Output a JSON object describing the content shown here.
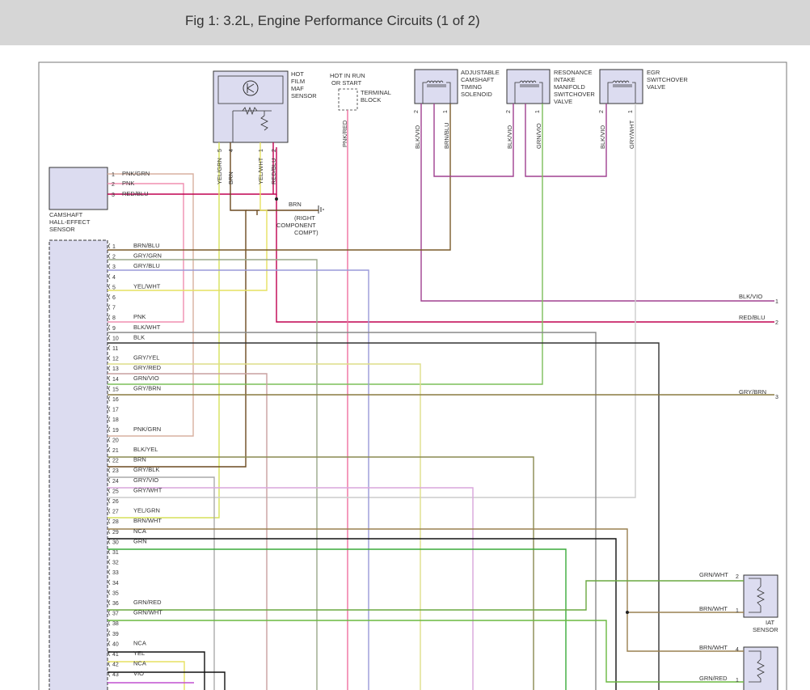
{
  "title": "Fig 1: 3.2L, Engine Performance Circuits (1 of 2)",
  "components": {
    "maf": [
      "HOT",
      "FILM",
      "MAF",
      "SENSOR"
    ],
    "hot_in_run": [
      "HOT IN RUN",
      "OR START"
    ],
    "terminal_block": [
      "TERMINAL",
      "BLOCK"
    ],
    "camshaft_timing": [
      "ADJUSTABLE",
      "CAMSHAFT",
      "TIMING",
      "SOLENOID"
    ],
    "resonance": [
      "RESONANCE",
      "INTAKE",
      "MANIFOLD",
      "SWITCHOVER",
      "VALVE"
    ],
    "egr": [
      "EGR",
      "SWITCHOVER",
      "VALVE"
    ],
    "cam_hall": [
      "CAMSHAFT",
      "HALL-EFFECT",
      "SENSOR"
    ],
    "ground": [
      "BRN",
      "(RIGHT",
      "COMPONENT",
      "COMPT)"
    ],
    "iat": [
      "IAT",
      "SENSOR"
    ]
  },
  "maf_pins": [
    {
      "num": "5",
      "wire": "YEL/GRN"
    },
    {
      "num": "4",
      "wire": "BRN"
    },
    {
      "num": "1",
      "wire": "YEL/WHT"
    },
    {
      "num": "2",
      "wire": "RED/BLU"
    }
  ],
  "pnk_red": "PNK/RED",
  "top_pins": [
    {
      "num": "2",
      "wire": "BLK/VIO"
    },
    {
      "num": "1",
      "wire": "BRN/BLU"
    },
    {
      "num": "2",
      "wire": "BLK/VIO"
    },
    {
      "num": "1",
      "wire": "GRN/VIO"
    },
    {
      "num": "2",
      "wire": "BLK/VIO"
    },
    {
      "num": "1",
      "wire": "GRY/WHT"
    }
  ],
  "cam_pins": [
    {
      "num": "1",
      "wire": "PNK/GRN"
    },
    {
      "num": "2",
      "wire": "PNK"
    },
    {
      "num": "3",
      "wire": "RED/BLU"
    }
  ],
  "ecm_pins": [
    "BRN/BLU",
    "GRY/GRN",
    "GRY/BLU",
    "",
    "YEL/WHT",
    "",
    "",
    "PNK",
    "BLK/WHT",
    "BLK",
    "",
    "GRY/YEL",
    "GRY/RED",
    "GRN/VIO",
    "GRY/BRN",
    "",
    "",
    "",
    "PNK/GRN",
    "",
    "BLK/YEL",
    "BRN",
    "GRY/BLK",
    "GRY/VIO",
    "GRY/WHT",
    "",
    "YEL/GRN",
    "BRN/WHT",
    "NCA",
    "GRN",
    "",
    "",
    "",
    "",
    "",
    "GRN/RED",
    "GRN/WHT",
    "",
    "",
    "NCA",
    "YEL",
    "NCA",
    "VIO"
  ],
  "right_labels": [
    {
      "wire": "BLK/VIO",
      "num": "1"
    },
    {
      "wire": "RED/BLU",
      "num": "2"
    },
    {
      "wire": "GRY/BRN",
      "num": "3"
    }
  ],
  "iat_pins": [
    {
      "wire": "GRN/WHT",
      "num": "2"
    },
    {
      "wire": "BRN/WHT",
      "num": "1"
    }
  ],
  "bottom_pins": [
    {
      "wire": "BRN/WHT",
      "num": "4"
    },
    {
      "wire": "GRN/RED",
      "num": "1"
    }
  ]
}
